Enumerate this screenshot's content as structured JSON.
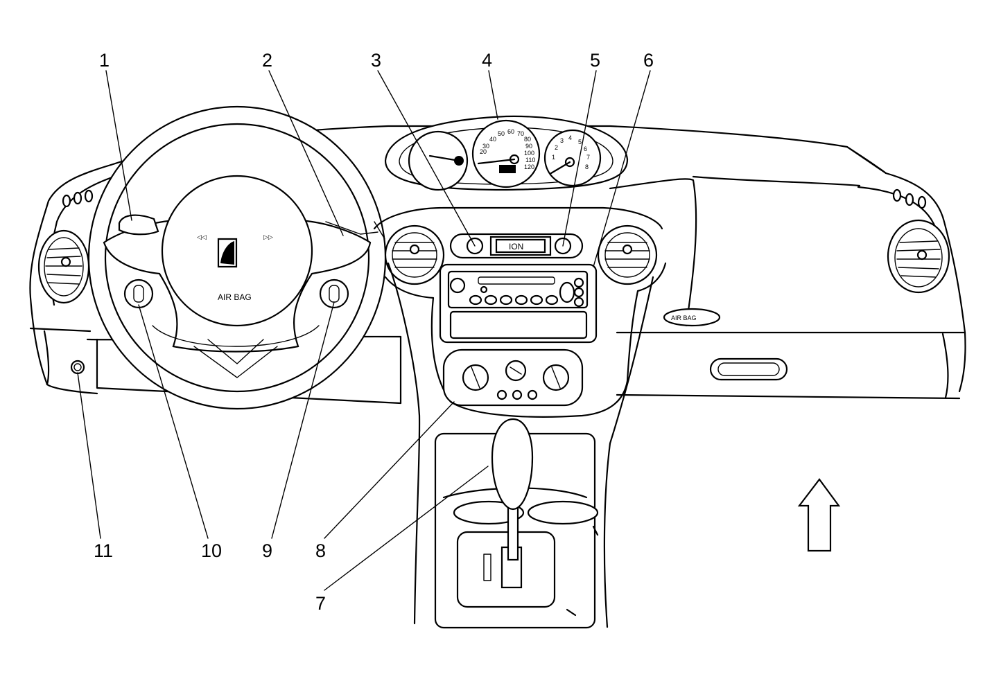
{
  "callouts": [
    {
      "id": "1",
      "label": "1"
    },
    {
      "id": "2",
      "label": "2"
    },
    {
      "id": "3",
      "label": "3"
    },
    {
      "id": "4",
      "label": "4"
    },
    {
      "id": "5",
      "label": "5"
    },
    {
      "id": "6",
      "label": "6"
    },
    {
      "id": "7",
      "label": "7"
    },
    {
      "id": "8",
      "label": "8"
    },
    {
      "id": "9",
      "label": "9"
    },
    {
      "id": "10",
      "label": "10"
    },
    {
      "id": "11",
      "label": "11"
    }
  ],
  "labels": {
    "steering_airbag": "AIR BAG",
    "passenger_airbag": "AIR BAG",
    "center_badge": "ION",
    "speedo_numbers": [
      "20",
      "30",
      "40",
      "50",
      "60",
      "70",
      "80",
      "90",
      "100",
      "110",
      "120"
    ],
    "tach_numbers": [
      "1",
      "2",
      "3",
      "4",
      "5",
      "6",
      "7",
      "8"
    ]
  },
  "icons": {
    "forward_arrow": "forward-direction-arrow-icon"
  }
}
